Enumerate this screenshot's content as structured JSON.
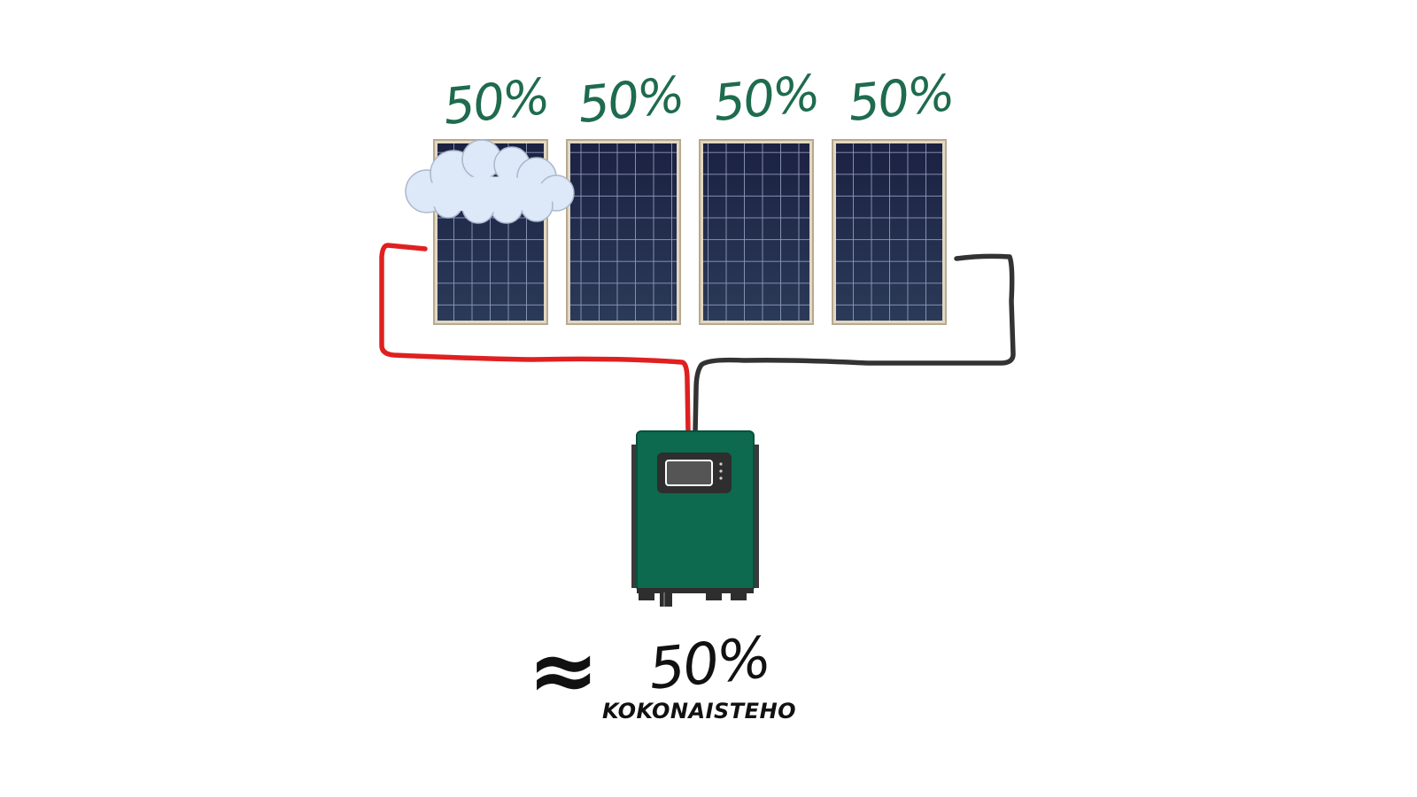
{
  "panels": [
    {
      "percent_label": "50%",
      "shaded": true
    },
    {
      "percent_label": "50%",
      "shaded": false
    },
    {
      "percent_label": "50%",
      "shaded": false
    },
    {
      "percent_label": "50%",
      "shaded": false
    }
  ],
  "result": {
    "approx_symbol": "≈",
    "percent_label": "50%",
    "caption": "KOKONAISTEHO"
  },
  "colors": {
    "percent_text": "#1e6b4e",
    "panel_cells": "#1c2541",
    "panel_frame": "#e2d7c2",
    "cloud": "#dde9f8",
    "positive_wire": "#e02020",
    "negative_wire": "#333333",
    "inverter_body": "#0e6a4f"
  },
  "icons": [
    "solar-panel-icon",
    "cloud-icon",
    "inverter-icon"
  ]
}
